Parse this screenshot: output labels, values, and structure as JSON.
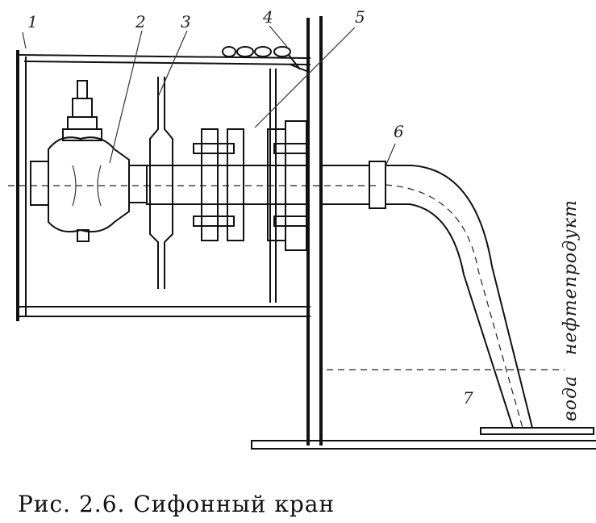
{
  "figure": {
    "labels": {
      "n1": "1",
      "n2": "2",
      "n3": "3",
      "n4": "4",
      "n5": "5",
      "n6": "6",
      "n7": "7"
    },
    "side_text": {
      "product": "нефтепродукт",
      "water": "вода"
    },
    "caption": "Рис. 2.6. Сифонный кран"
  }
}
